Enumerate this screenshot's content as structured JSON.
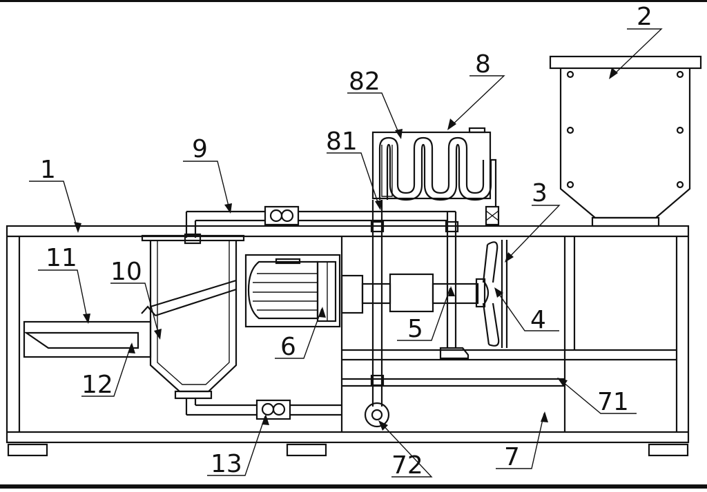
{
  "diagram": {
    "labels": {
      "l1": "1",
      "l2": "2",
      "l3": "3",
      "l4": "4",
      "l5": "5",
      "l6": "6",
      "l7": "7",
      "l8": "8",
      "l9": "9",
      "l10": "10",
      "l11": "11",
      "l12": "12",
      "l13": "13",
      "l71": "71",
      "l72": "72",
      "l81": "81",
      "l82": "82"
    }
  }
}
